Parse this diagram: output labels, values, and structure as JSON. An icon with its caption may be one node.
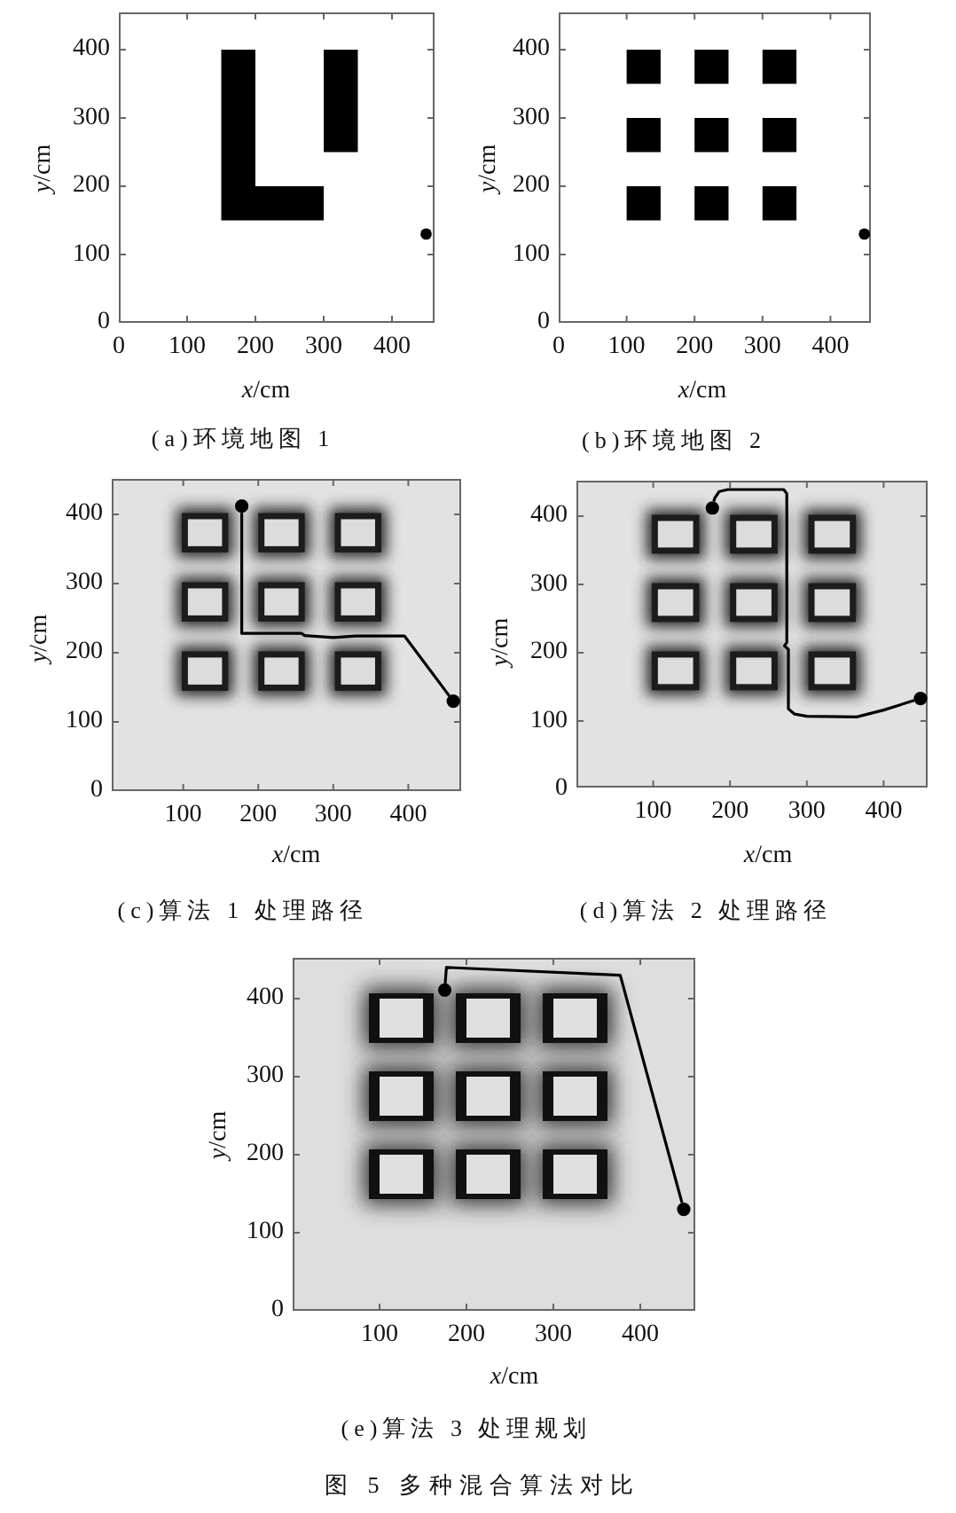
{
  "diagram": {
    "caption": "图 5 多种混合算法对比",
    "nodes": [
      {
        "text": [],
        "shape": "picture",
        "beside": [
          "*y*/cm",
          "400",
          "300",
          "200",
          "100",
          "0",
          "0",
          "100",
          "200",
          "300",
          "400",
          "*x*/cm",
          "(a)环境地图 1"
        ]
      },
      {
        "text": [],
        "shape": "box",
        "in": 0
      },
      {
        "text": [],
        "shape": "box",
        "in": 0
      },
      {
        "text": [],
        "shape": "circle",
        "in": 0
      },
      {
        "text": [],
        "shape": "picture",
        "beside": [
          "*y*/cm",
          "400",
          "300",
          "200",
          "100",
          "0",
          "0",
          "100",
          "200",
          "300",
          "400",
          "*x*/cm",
          "(b)环境地图 2"
        ]
      },
      {
        "text": [],
        "shape": "box",
        "in": 4
      },
      {
        "text": [],
        "shape": "box",
        "in": 4
      },
      {
        "text": [],
        "shape": "box",
        "in": 4
      },
      {
        "text": [],
        "shape": "box",
        "in": 4
      },
      {
        "text": [],
        "shape": "box",
        "in": 4
      },
      {
        "text": [],
        "shape": "box",
        "in": 4
      },
      {
        "text": [],
        "shape": "box",
        "in": 4
      },
      {
        "text": [],
        "shape": "box",
        "in": 4
      },
      {
        "text": [],
        "shape": "box",
        "in": 4
      },
      {
        "text": [],
        "shape": "circle",
        "in": 4
      },
      {
        "text": [],
        "shape": "picture",
        "beside": [
          "*y*/cm",
          "400",
          "300",
          "200",
          "100",
          "0",
          "100",
          "200",
          "300",
          "400",
          "*x*/cm",
          "(c)算法 1 处理路径"
        ]
      },
      {
        "text": [],
        "shape": "box",
        "in": 15
      },
      {
        "text": [],
        "shape": "box",
        "in": 15
      },
      {
        "text": [],
        "shape": "box",
        "in": 15
      },
      {
        "text": [],
        "shape": "box",
        "in": 15
      },
      {
        "text": [],
        "shape": "box",
        "in": 15
      },
      {
        "text": [],
        "shape": "box",
        "in": 15
      },
      {
        "text": [],
        "shape": "box",
        "in": 15
      },
      {
        "text": [],
        "shape": "box",
        "in": 15
      },
      {
        "text": [],
        "shape": "box",
        "in": 15
      },
      {
        "text": [],
        "shape": "circle",
        "in": 15
      },
      {
        "text": [],
        "shape": "circle",
        "in": 15
      },
      {
        "text": [],
        "shape": "picture",
        "beside": [
          "*y*/cm",
          "400",
          "300",
          "200",
          "100",
          "0",
          "100",
          "200",
          "300",
          "400",
          "*x*/cm",
          "(d)算法 2 处理路径"
        ]
      },
      {
        "text": [],
        "shape": "box",
        "in": 27
      },
      {
        "text": [],
        "shape": "box",
        "in": 27
      },
      {
        "text": [],
        "shape": "box",
        "in": 27
      },
      {
        "text": [],
        "shape": "box",
        "in": 27
      },
      {
        "text": [],
        "shape": "box",
        "in": 27
      },
      {
        "text": [],
        "shape": "box",
        "in": 27
      },
      {
        "text": [],
        "shape": "box",
        "in": 27
      },
      {
        "text": [],
        "shape": "box",
        "in": 27
      },
      {
        "text": [],
        "shape": "box",
        "in": 27
      },
      {
        "text": [],
        "shape": "circle",
        "in": 27
      },
      {
        "text": [],
        "shape": "circle",
        "in": 27
      },
      {
        "text": [],
        "shape": "picture",
        "beside": [
          "*y*/cm",
          "400",
          "300",
          "200",
          "100",
          "0",
          "100",
          "200",
          "300",
          "400",
          "*x*/cm",
          "(e)算法 3 处理规划"
        ]
      },
      {
        "text": [],
        "shape": "box",
        "in": 39
      },
      {
        "text": [],
        "shape": "box",
        "in": 39
      },
      {
        "text": [],
        "shape": "box",
        "in": 39
      },
      {
        "text": [],
        "shape": "box",
        "in": 39
      },
      {
        "text": [],
        "shape": "box",
        "in": 39
      },
      {
        "text": [],
        "shape": "box",
        "in": 39
      },
      {
        "text": [],
        "shape": "box",
        "in": 39
      },
      {
        "text": [],
        "shape": "box",
        "in": 39
      },
      {
        "text": [],
        "shape": "box",
        "in": 39
      },
      {
        "text": [],
        "shape": "circle",
        "in": 39
      },
      {
        "text": [],
        "shape": "circle",
        "in": 39
      }
    ],
    "edges": [
      {
        "from": 25,
        "to": 26,
        "arrow": "none"
      },
      {
        "from": 37,
        "to": 38,
        "arrow": "none"
      },
      {
        "from": 49,
        "to": 50,
        "arrow": "none"
      }
    ]
  }
}
